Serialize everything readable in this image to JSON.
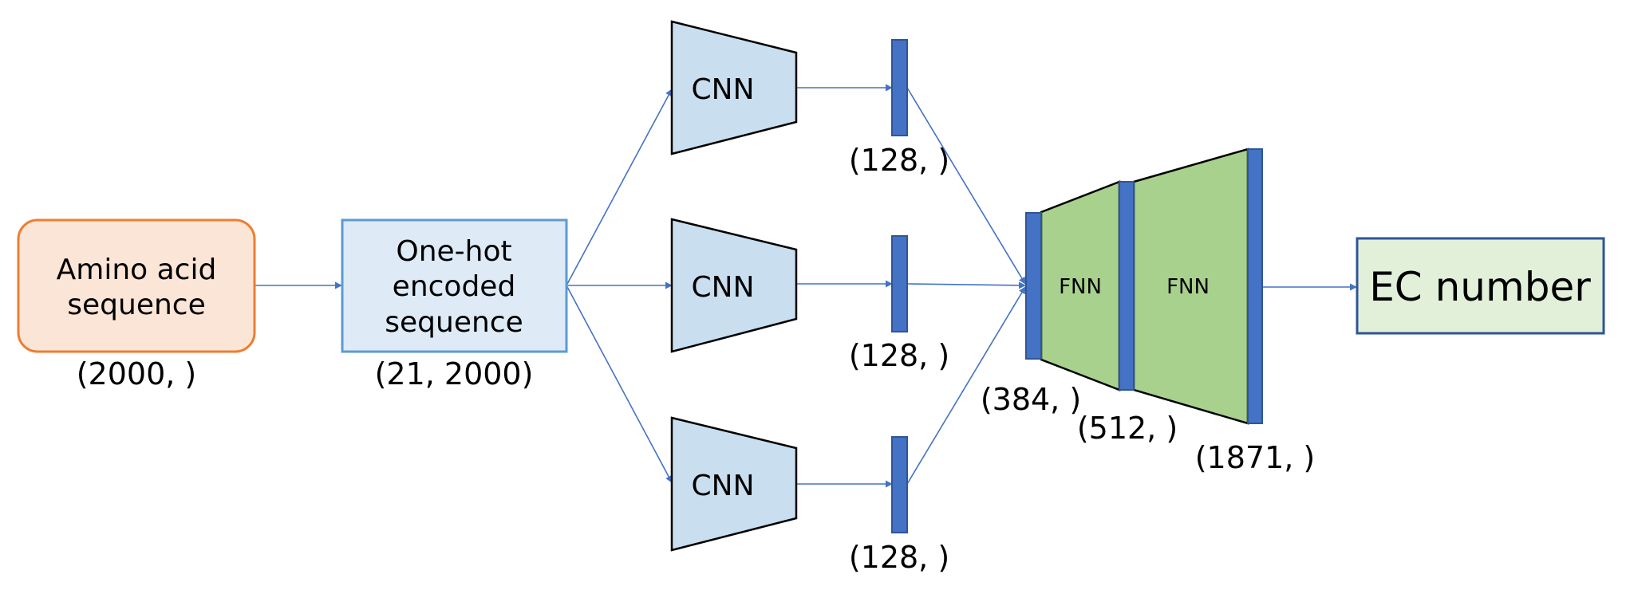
{
  "colors": {
    "arrow": "#4472C4",
    "input_fill": "#FBE5D6",
    "input_stroke": "#ED7D31",
    "onehot_fill": "#DEEBF7",
    "onehot_stroke": "#5B9BD5",
    "cnn_fill": "#C9DEEF",
    "vector_fill": "#4472C4",
    "vector_stroke": "#2F5597",
    "fnn_fill": "#A9D18E",
    "output_fill": "#E2F0D9",
    "output_stroke": "#2F5597"
  },
  "input": {
    "line1": "Amino acid",
    "line2": "sequence",
    "dim": "(2000, )"
  },
  "onehot": {
    "line1": "One-hot",
    "line2": "encoded",
    "line3": "sequence",
    "dim": "(21, 2000)"
  },
  "cnn": {
    "top": {
      "label": "CNN",
      "dim": "(128, )"
    },
    "middle": {
      "label": "CNN",
      "dim": "(128, )"
    },
    "bottom": {
      "label": "CNN",
      "dim": "(128, )"
    }
  },
  "concat": {
    "dim": "(384, )"
  },
  "fnn1": {
    "label": "FNN",
    "dim": "(512, )"
  },
  "fnn2": {
    "label": "FNN",
    "dim": "(1871, )"
  },
  "output": {
    "label": "EC number"
  }
}
